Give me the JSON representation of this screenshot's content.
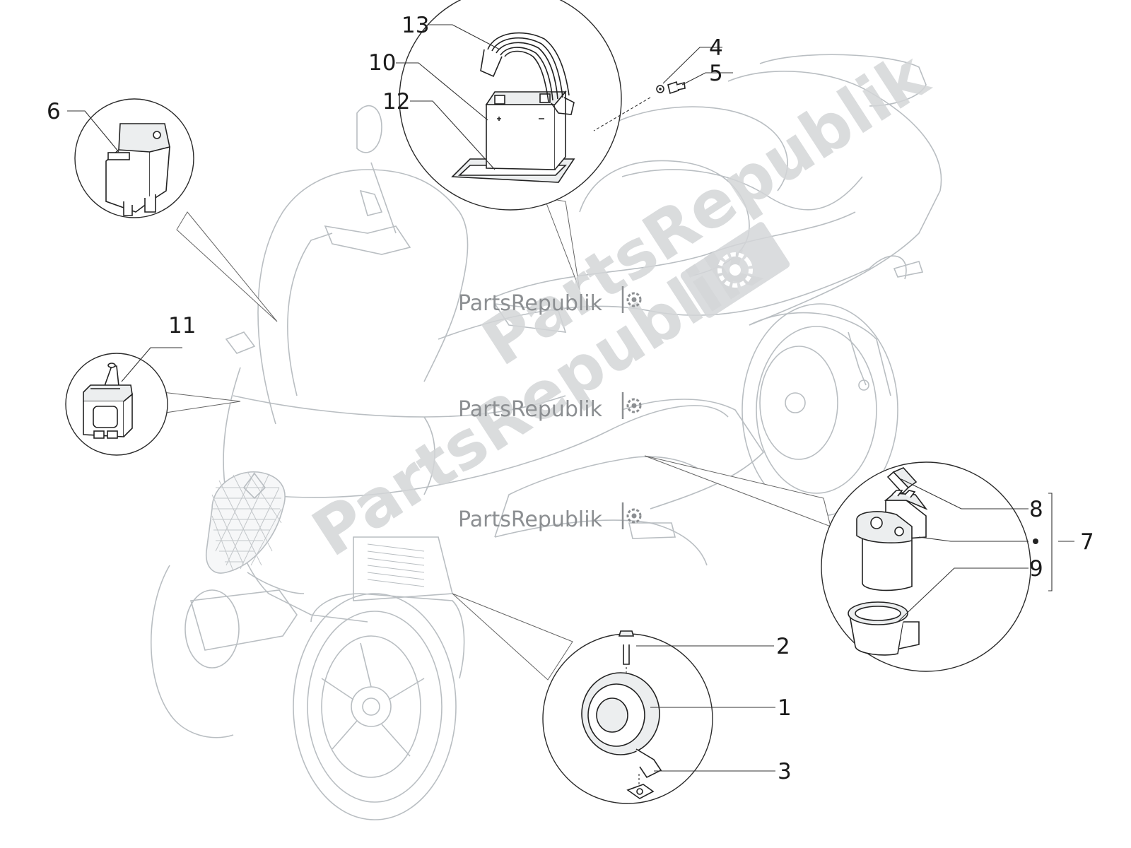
{
  "callouts": {
    "n1": "1",
    "n2": "2",
    "n3": "3",
    "n4": "4",
    "n5": "5",
    "n6": "6",
    "n7": "7",
    "n8": "8",
    "n9": "9",
    "n10": "10",
    "n11": "11",
    "n12": "12",
    "n13": "13"
  },
  "watermark": {
    "text": "PartsRepublik",
    "icon": "gear-icon"
  },
  "colors": {
    "line": "#222222",
    "ghost": "#b9bec2",
    "watermark": "#8c8f92"
  }
}
